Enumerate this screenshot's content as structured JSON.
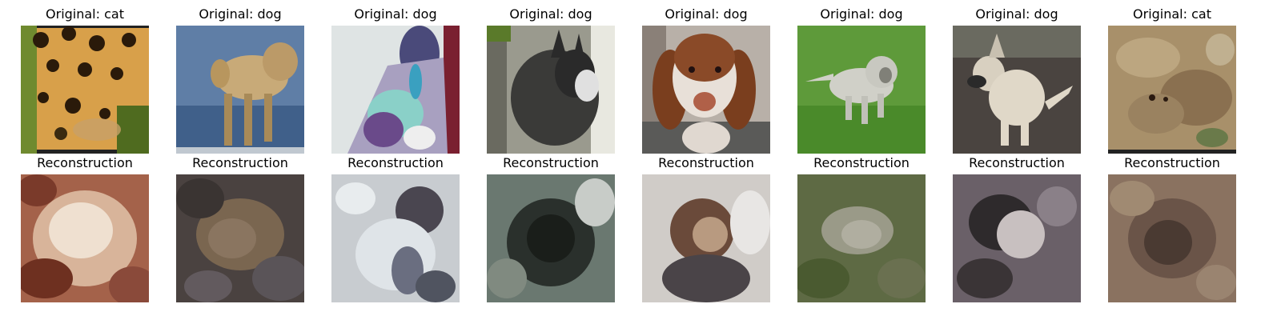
{
  "columns": [
    {
      "original_title": "Original: cat",
      "reconstruction_title": "Reconstruction"
    },
    {
      "original_title": "Original: dog",
      "reconstruction_title": "Reconstruction"
    },
    {
      "original_title": "Original: dog",
      "reconstruction_title": "Reconstruction"
    },
    {
      "original_title": "Original: dog",
      "reconstruction_title": "Reconstruction"
    },
    {
      "original_title": "Original: dog",
      "reconstruction_title": "Reconstruction"
    },
    {
      "original_title": "Original: dog",
      "reconstruction_title": "Reconstruction"
    },
    {
      "original_title": "Original: dog",
      "reconstruction_title": "Reconstruction"
    },
    {
      "original_title": "Original: cat",
      "reconstruction_title": "Reconstruction"
    }
  ]
}
